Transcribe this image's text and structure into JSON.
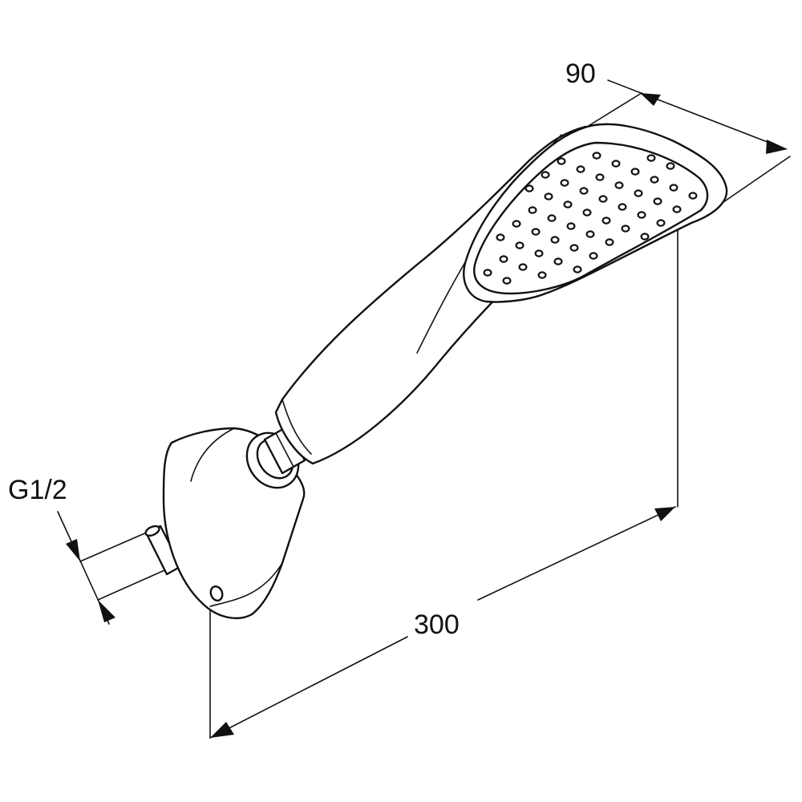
{
  "dimensions": {
    "width_label": "90",
    "length_label": "300",
    "thread_label": "G1/2"
  },
  "colors": {
    "line": "#111111",
    "background": "#ffffff"
  }
}
